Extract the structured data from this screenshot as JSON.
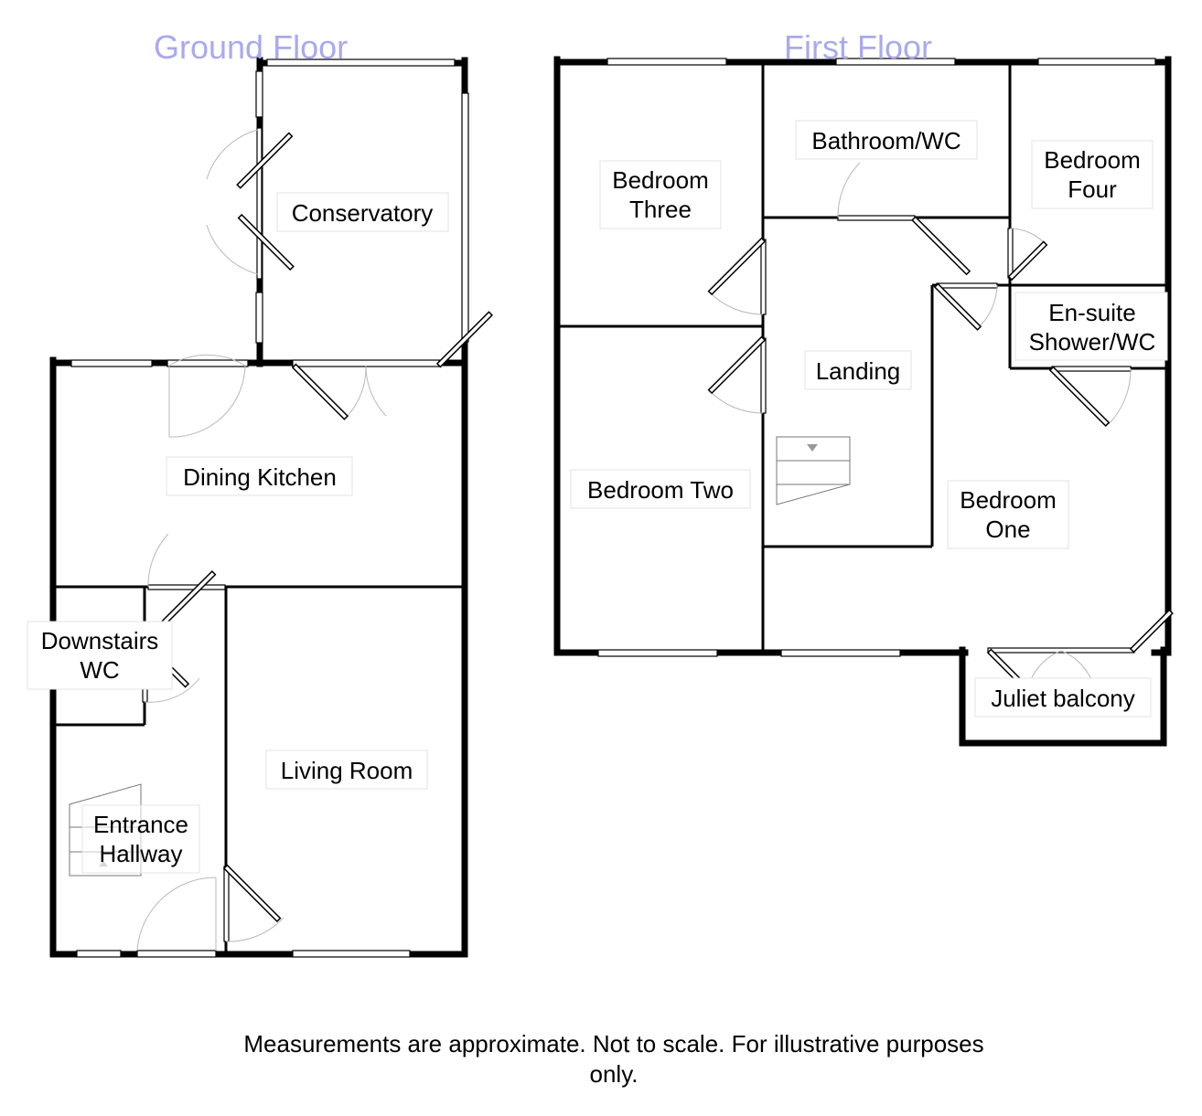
{
  "floors": {
    "ground": {
      "title": "Ground Floor",
      "rooms": {
        "conservatory": "Conservatory",
        "dining_kitchen": "Dining Kitchen",
        "downstairs_wc_line1": "Downstairs",
        "downstairs_wc_line2": "WC",
        "living_room": "Living Room",
        "entrance_hallway_line1": "Entrance",
        "entrance_hallway_line2": "Hallway"
      }
    },
    "first": {
      "title": "First Floor",
      "rooms": {
        "bedroom_three_line1": "Bedroom",
        "bedroom_three_line2": "Three",
        "bathroom_wc": "Bathroom/WC",
        "bedroom_four_line1": "Bedroom",
        "bedroom_four_line2": "Four",
        "en_suite_line1": "En-suite",
        "en_suite_line2": "Shower/WC",
        "landing": "Landing",
        "bedroom_two": "Bedroom Two",
        "bedroom_one_line1": "Bedroom",
        "bedroom_one_line2": "One",
        "juliet_balcony": "Juliet balcony"
      }
    }
  },
  "disclaimer": {
    "line1": "Measurements are approximate. Not to scale. For illustrative purposes",
    "line2": "only."
  }
}
